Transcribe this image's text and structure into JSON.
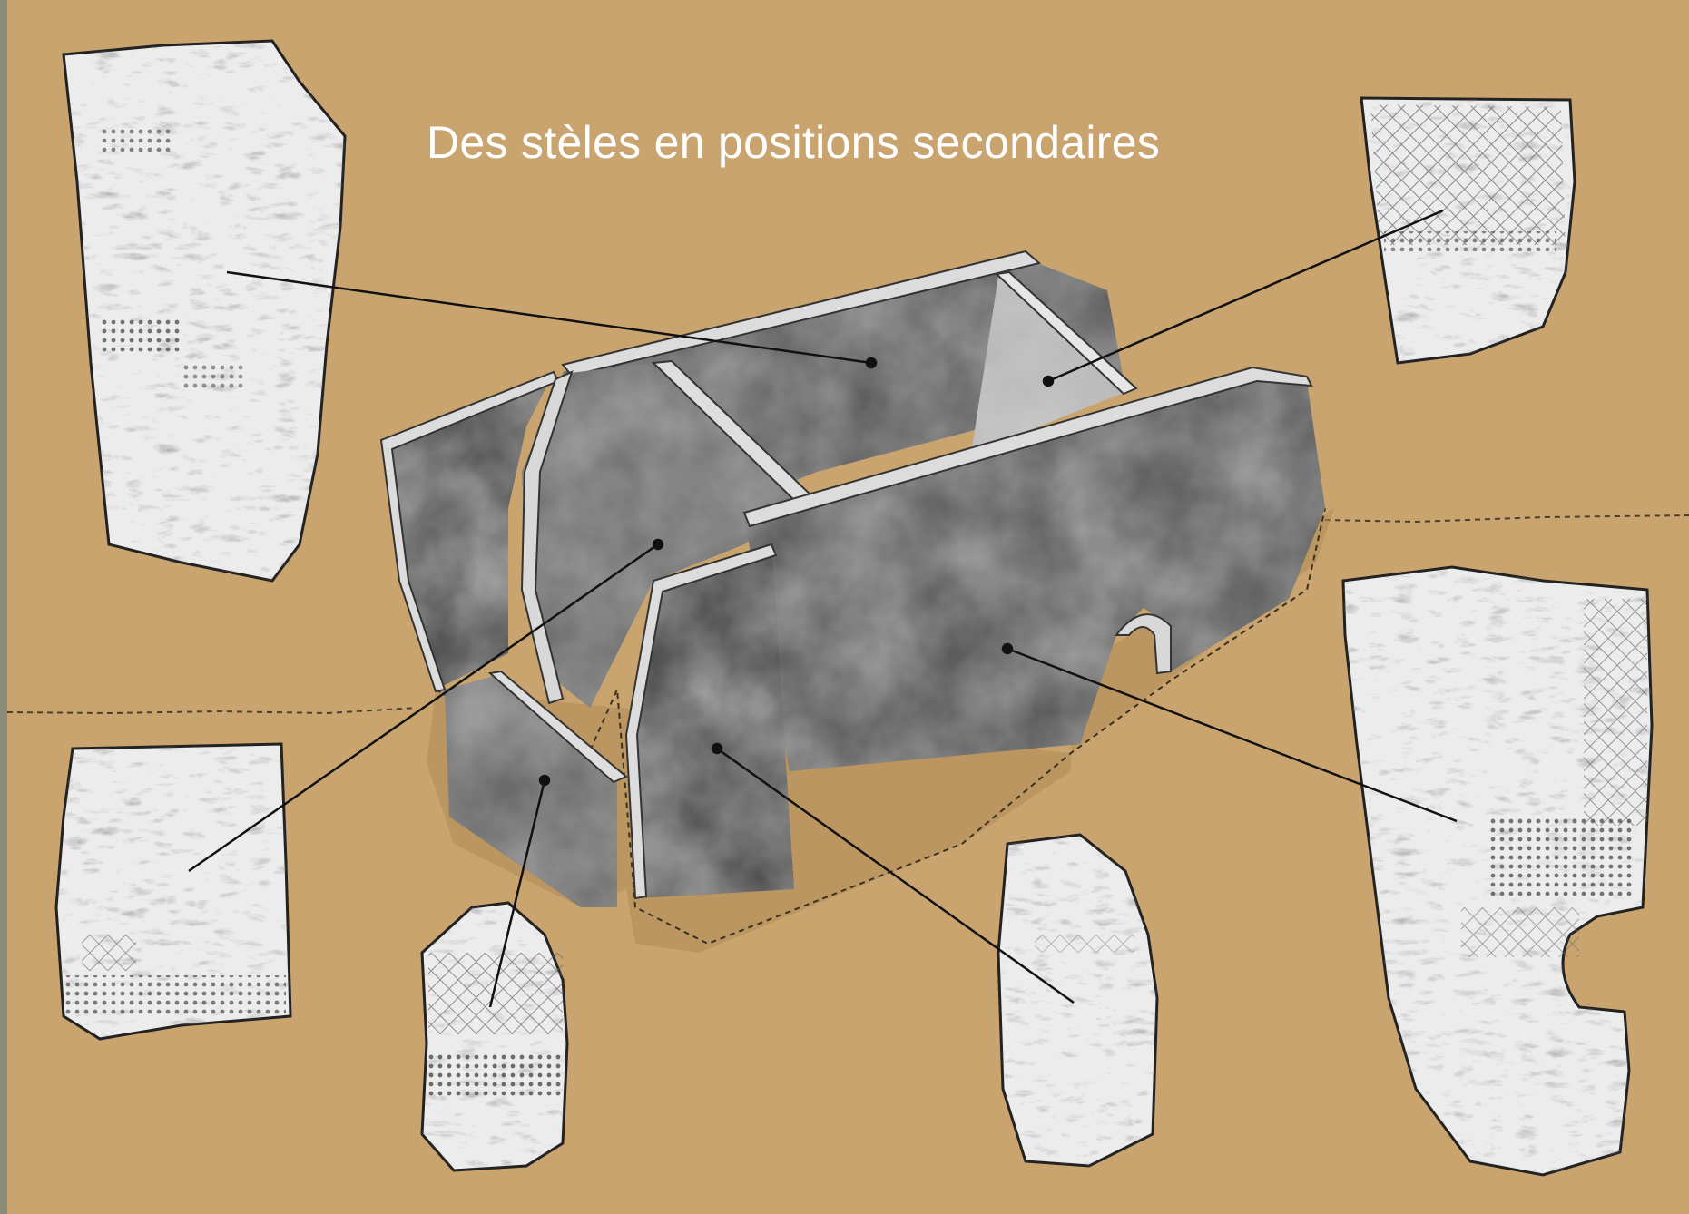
{
  "title": "Des stèles en positions secondaires",
  "colors": {
    "background": "#c9a46e",
    "stone_dark": "#5a5a5a",
    "stele_light": "#e8e8e8",
    "title_text": "#ffffff",
    "leader_line": "#111111"
  },
  "elements": {
    "central_structure": "reconstructed stone cist (grey slabs)",
    "steles": [
      "stele-top-left",
      "stele-top-right",
      "stele-mid-left",
      "stele-bottom-center-left",
      "stele-bottom-center-right",
      "stele-right"
    ]
  }
}
